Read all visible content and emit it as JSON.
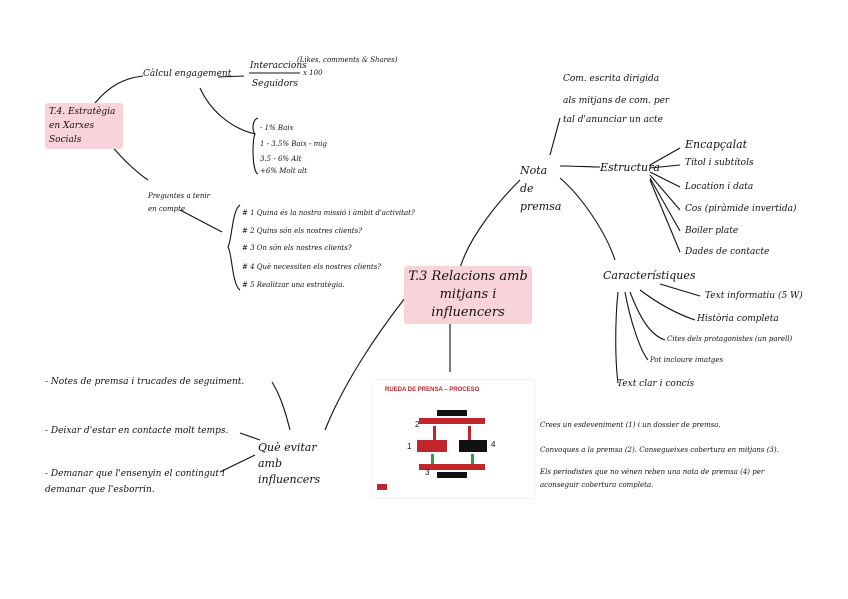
{
  "left_map": {
    "root": "T.4. Estratègia en Xarxes Socials",
    "engagement": {
      "label": "Càlcul engagement",
      "numerator": "Interaccions",
      "numerator_note": "(Likes, comments & Shares)",
      "denominator": "Seguidors",
      "multiplier": "x 100"
    },
    "levels": [
      "- 1% Baix",
      "1 - 3.5% Baix - mig",
      "3.5 - 6% Alt",
      "+6% Molt alt"
    ],
    "questions_label": "Preguntes a tenir en compte",
    "questions": [
      "# 1 Quina és la nostra missió i àmbit d'activitat?",
      "# 2 Quins són els nostres clients?",
      "# 3 On són els nostres clients?",
      "# 4 Què necessiten els nostres clients?",
      "# 5 Realitzar una estratègia."
    ]
  },
  "center": {
    "root": "T.3 Relacions amb mitjans i influencers",
    "avoid_label": "Què evitar amb influencers",
    "avoid_items": [
      "- Notes de premsa i trucades de seguiment.",
      "- Deixar d'estar en contacte molt temps.",
      "- Demanar que l'ensenyin el contingut i demanar que l'esborrin."
    ]
  },
  "right_map": {
    "note_label": "Nota de premsa",
    "note_def": [
      "Com. escrita dirigida",
      "als mitjans de com. per",
      "tal d'anunciar un acte"
    ],
    "structure_label": "Estructura",
    "structure_items": [
      "Encapçalat",
      "Títol i subtítols",
      "Location i data",
      "Cos (piràmide invertida)",
      "Boiler plate",
      "Dades de contacte"
    ],
    "features_label": "Característiques",
    "features_items": [
      "Text informatiu (5 W)",
      "Història completa",
      "Cites dels protagonistes (un parell)",
      "Pot incloure imatges",
      "Text clar i concís"
    ]
  },
  "slide": {
    "title": "RUEDA DE PRENSA – PROCESO",
    "steps": [
      "1",
      "2",
      "3",
      "4"
    ]
  },
  "notes": [
    "Crees un esdeveniment (1) i un dossier de premsa.",
    "Convoques a la premsa (2). Consegueixes cobertura en mitjans (3).",
    "Els periodistes que no vénen reben una nota de premsa (4) per aconseguir cobertura completa."
  ]
}
